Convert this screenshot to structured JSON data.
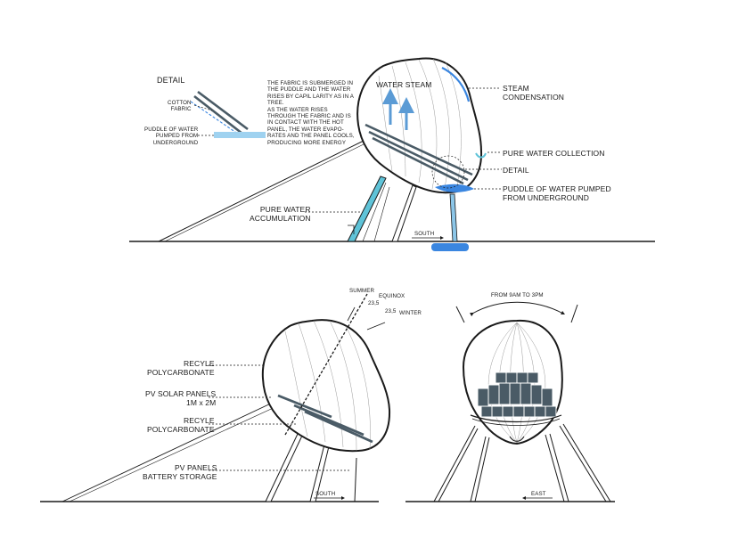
{
  "colors": {
    "ink": "#1a1a1a",
    "water": "#5b9bd5",
    "light_water": "#9fd2f0",
    "accent_blue": "#3a86e0",
    "panel": "#4a5b66",
    "cyan": "#5fc3d8"
  },
  "section1": {
    "detail_title": "DETAIL",
    "cotton_fabric": "COTTON\nFABRIC",
    "puddle_detail": "PUDDLE OF WATER\nPUMPED FROM\nUNDERGROUND",
    "explanation": "THE FABRIC IS SUBMERGED IN\nTHE PUDDLE AND THE WATER\nRISES BY CAPIL LARITY AS IN A\nTREE.\nAS THE WATER RISES\nTHROUGH THE FABRIC AND IS\nIN CONTACT WITH THE HOT\nPANEL, THE WATER EVAPO-\nRATES AND THE PANEL COOLS,\nPRODUCING MORE ENERGY",
    "water_steam": "WATER STEAM",
    "steam_condensation": "STEAM\nCONDENSATION",
    "pure_water_collection": "PURE WATER COLLECTION",
    "detail_marker": "DETAIL",
    "puddle_main": "PUDDLE OF WATER PUMPED\nFROM UNDERGROUND",
    "pure_water_accumulation": "PURE WATER\nACCUMULATION",
    "south": "SOUTH"
  },
  "section2": {
    "summer": "SUMMER",
    "equinox": "EQUINOX",
    "angle1": "23,5",
    "angle2": "23,5",
    "winter": "WINTER",
    "recycle1": "RECYLE\nPOLYCARBONATE",
    "pv_panels": "PV SOLAR PANELS\n1M x 2M",
    "recycle2": "RECYLE\nPOLYCARBONATE",
    "battery": "PV PANELS\nBATTERY STORAGE",
    "south": "SOUTH"
  },
  "section3": {
    "time_range": "FROM 9AM TO 3PM",
    "east": "EAST"
  }
}
